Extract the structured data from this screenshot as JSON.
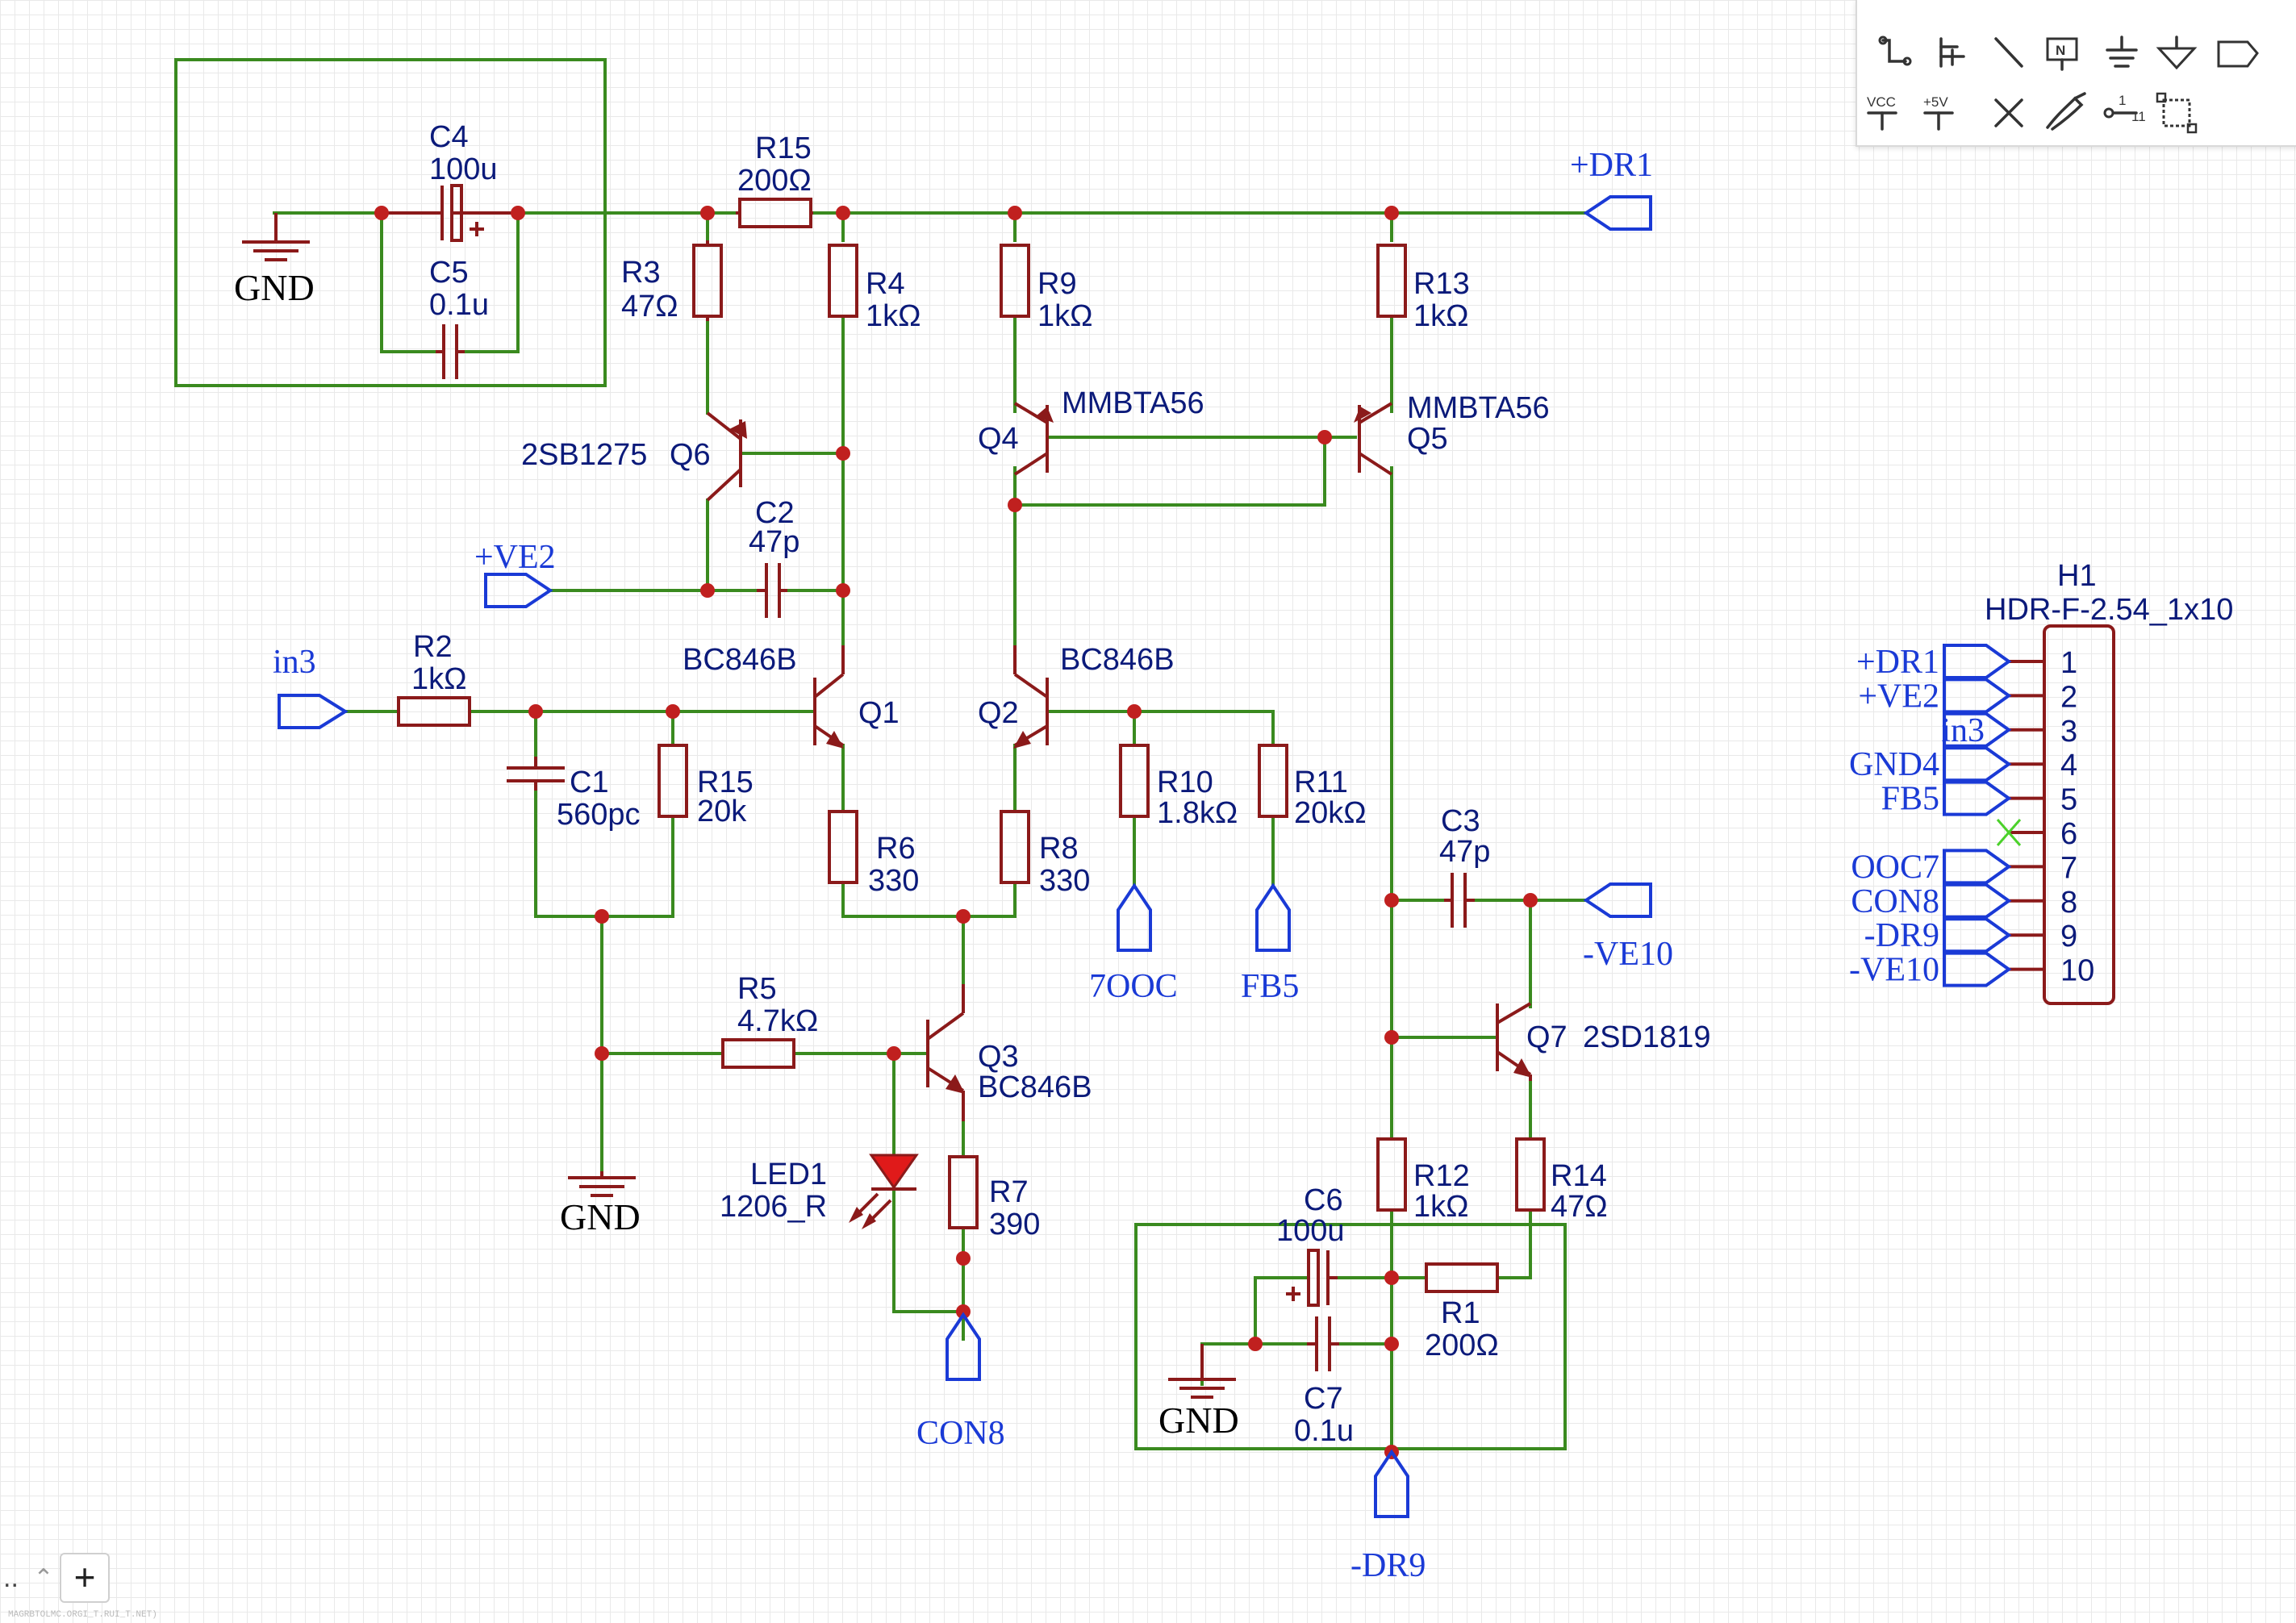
{
  "nets": {
    "dr1_plus": "+DR1",
    "ve2_plus": "+VE2",
    "in3": "in3",
    "gnd": "GND",
    "ooc7": "7OOC",
    "fb5": "FB5",
    "con8": "CON8",
    "ve10_minus": "-VE10",
    "dr9_minus": "-DR9"
  },
  "components": {
    "C4": {
      "ref": "C4",
      "value": "100u"
    },
    "C5": {
      "ref": "C5",
      "value": "0.1u"
    },
    "R15a": {
      "ref": "R15",
      "value": "200Ω"
    },
    "R3": {
      "ref": "R3",
      "value": "47Ω"
    },
    "R4": {
      "ref": "R4",
      "value": "1kΩ"
    },
    "R9": {
      "ref": "R9",
      "value": "1kΩ"
    },
    "R13": {
      "ref": "R13",
      "value": "1kΩ"
    },
    "Q6": {
      "ref": "Q6",
      "value": "2SB1275"
    },
    "Q4": {
      "ref": "Q4",
      "value": "MMBTA56"
    },
    "Q5": {
      "ref": "Q5",
      "value": "MMBTA56"
    },
    "C2": {
      "ref": "C2",
      "value": "47p"
    },
    "R2": {
      "ref": "R2",
      "value": "1kΩ"
    },
    "Q1": {
      "ref": "Q1",
      "value": "BC846B"
    },
    "Q2": {
      "ref": "Q2",
      "value": "BC846B"
    },
    "C1": {
      "ref": "C1",
      "value": "560pc"
    },
    "R15b": {
      "ref": "R15",
      "value": "20k"
    },
    "R6": {
      "ref": "R6",
      "value": "330"
    },
    "R8": {
      "ref": "R8",
      "value": "330"
    },
    "R10": {
      "ref": "R10",
      "value": "1.8kΩ"
    },
    "R11": {
      "ref": "R11",
      "value": "20kΩ"
    },
    "C3": {
      "ref": "C3",
      "value": "47p"
    },
    "R5": {
      "ref": "R5",
      "value": "4.7kΩ"
    },
    "Q3": {
      "ref": "Q3",
      "value": "BC846B"
    },
    "Q7": {
      "ref": "Q7",
      "value": "2SD1819"
    },
    "LED1": {
      "ref": "LED1",
      "value": "1206_R"
    },
    "R7": {
      "ref": "R7",
      "value": "390"
    },
    "R12": {
      "ref": "R12",
      "value": "1kΩ"
    },
    "R14": {
      "ref": "R14",
      "value": "47Ω"
    },
    "C6": {
      "ref": "C6",
      "value": "100u"
    },
    "R1": {
      "ref": "R1",
      "value": "200Ω"
    },
    "C7": {
      "ref": "C7",
      "value": "0.1u"
    },
    "H1": {
      "ref": "H1",
      "value": "HDR-F-2.54_1x10"
    }
  },
  "header": {
    "pins": [
      "1",
      "2",
      "3",
      "4",
      "5",
      "6",
      "7",
      "8",
      "9",
      "10"
    ],
    "nets": [
      "+DR1",
      "+VE2",
      "in3",
      "GND4",
      "FB5",
      "",
      "OOC7",
      "CON8",
      "-DR9",
      "-VE10"
    ]
  },
  "toolbar": {
    "tools": [
      "wire-tool",
      "bus-tool",
      "line-tool",
      "net-label-tool",
      "ground-tool",
      "ground-arrow-tool",
      "net-port-tool",
      "vcc-tool",
      "plus5v-tool",
      "no-connect-tool",
      "probe-tool",
      "pin-tool",
      "group-tool"
    ],
    "vcc_label": "VCC",
    "plus5v_label": "+5V"
  },
  "bottom": {
    "zoom_prefix": "..",
    "add_label": "+",
    "status": "MAGRBTOLMC.ORGI_T.RUI_T.NET)"
  }
}
